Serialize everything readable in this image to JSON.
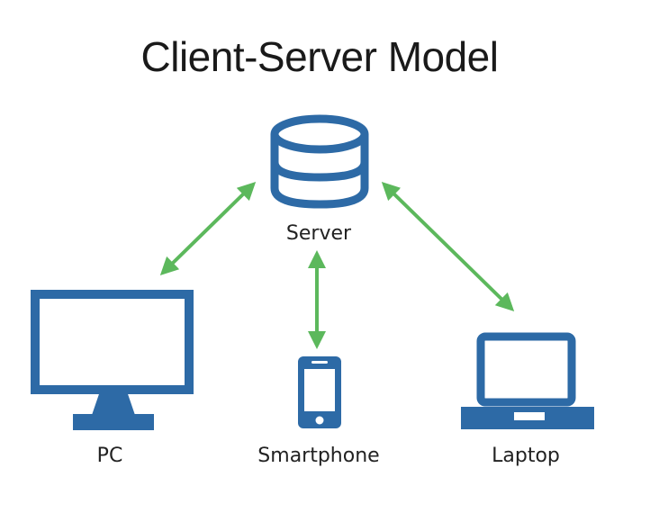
{
  "title": "Client-Server Model",
  "nodes": {
    "server": "Server",
    "pc": "PC",
    "smartphone": "Smartphone",
    "laptop": "Laptop"
  },
  "colors": {
    "device": "#2d6aa6",
    "arrow": "#5cb85c",
    "text": "#222222"
  },
  "icons": {
    "server": "database-icon",
    "pc": "monitor-icon",
    "smartphone": "smartphone-icon",
    "laptop": "laptop-icon"
  }
}
